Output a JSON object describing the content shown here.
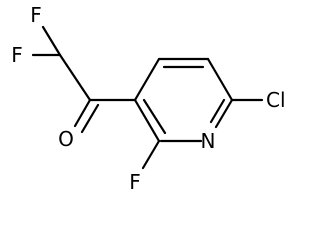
{
  "molecule": {
    "atoms": {
      "f_top": "F",
      "f_left": "F",
      "o_carbonyl": "O",
      "n_ring": "N",
      "cl": "Cl",
      "f_ring": "F"
    }
  }
}
